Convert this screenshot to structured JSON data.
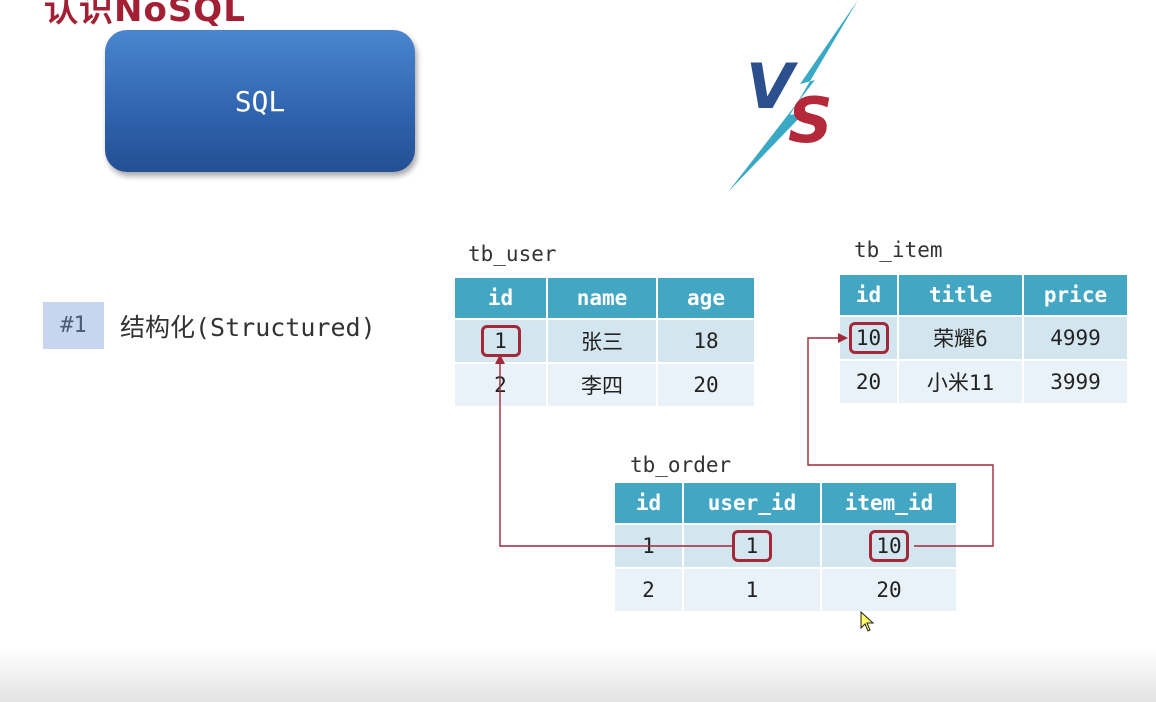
{
  "title": "认识NoSQL",
  "sql_box": {
    "label": "SQL"
  },
  "vs": {
    "v": "V",
    "s": "S"
  },
  "tag": {
    "number": "#1",
    "text": "结构化(Structured)"
  },
  "tb_user": {
    "name": "tb_user",
    "headers": [
      "id",
      "name",
      "age"
    ],
    "rows": [
      [
        "1",
        "张三",
        "18"
      ],
      [
        "2",
        "李四",
        "20"
      ]
    ]
  },
  "tb_item": {
    "name": "tb_item",
    "headers": [
      "id",
      "title",
      "price"
    ],
    "rows": [
      [
        "10",
        "荣耀6",
        "4999"
      ],
      [
        "20",
        "小米11",
        "3999"
      ]
    ]
  },
  "tb_order": {
    "name": "tb_order",
    "headers": [
      "id",
      "user_id",
      "item_id"
    ],
    "rows": [
      [
        "1",
        "1",
        "10"
      ],
      [
        "2",
        "1",
        "20"
      ]
    ]
  },
  "colors": {
    "accent": "#a1293a",
    "header": "#43a7c3",
    "sql_box": "#2f63ad",
    "arrow": "#a1293a"
  },
  "icons": {
    "cursor": "mouse-pointer-icon"
  }
}
